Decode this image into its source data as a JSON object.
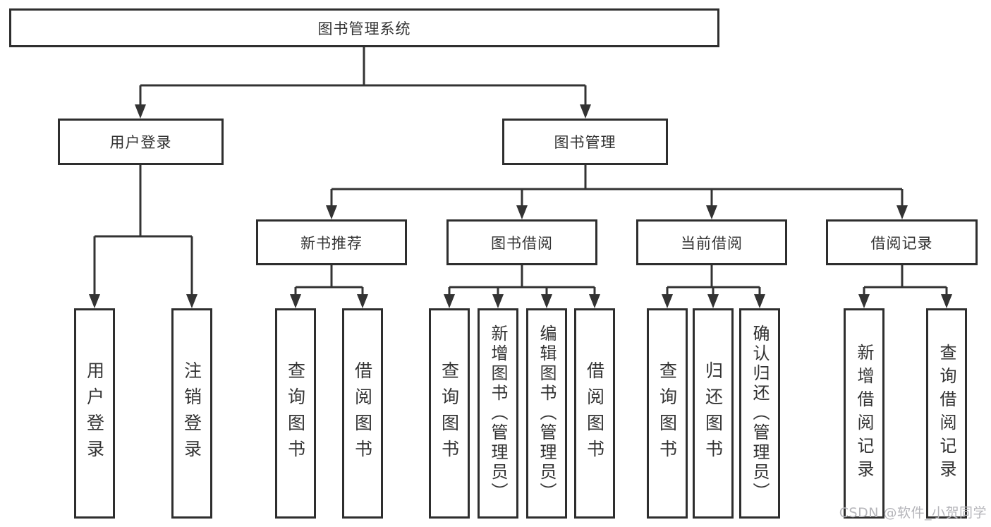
{
  "diagram": {
    "type": "hierarchy-chart",
    "title": "图书管理系统",
    "nodes": {
      "root": {
        "label": "图书管理系统"
      },
      "user_login": {
        "label": "用户登录"
      },
      "book_mgmt": {
        "label": "图书管理"
      },
      "user_login_sub": {
        "label": "用户登录"
      },
      "logout_sub": {
        "label": "注销登录"
      },
      "new_book_rec": {
        "label": "新书推荐"
      },
      "book_borrow": {
        "label": "图书借阅"
      },
      "current_borrow": {
        "label": "当前借阅"
      },
      "borrow_records": {
        "label": "借阅记录"
      },
      "nbr_query_book": {
        "label": "查询图书"
      },
      "nbr_borrow_book": {
        "label": "借阅图书"
      },
      "bb_query_book": {
        "label": "查询图书"
      },
      "bb_add_book": {
        "label": "新增图书（管理员）"
      },
      "bb_edit_book": {
        "label": "编辑图书（管理员）"
      },
      "bb_borrow_book": {
        "label": "借阅图书"
      },
      "cb_query_book": {
        "label": "查询图书"
      },
      "cb_return_book": {
        "label": "归还图书"
      },
      "cb_confirm_return": {
        "label": "确认归还（管理员）"
      },
      "br_add_record": {
        "label": "新增借阅记录"
      },
      "br_query_record": {
        "label": "查询借阅记录"
      }
    },
    "hierarchy": {
      "图书管理系统": [
        "用户登录",
        "图书管理"
      ],
      "用户登录": [
        "用户登录",
        "注销登录"
      ],
      "图书管理": [
        "新书推荐",
        "图书借阅",
        "当前借阅",
        "借阅记录"
      ],
      "新书推荐": [
        "查询图书",
        "借阅图书"
      ],
      "图书借阅": [
        "查询图书",
        "新增图书（管理员）",
        "编辑图书（管理员）",
        "借阅图书"
      ],
      "当前借阅": [
        "查询图书",
        "归还图书",
        "确认归还（管理员）"
      ],
      "借阅记录": [
        "新增借阅记录",
        "查询借阅记录"
      ]
    },
    "colors": {
      "line": "#333333",
      "box_border": "#2e2e2e",
      "text": "#333333",
      "background": "#ffffff",
      "watermark": "#b5b5ba"
    }
  },
  "watermark": {
    "text": "CSDN @软件_小贺同学"
  }
}
